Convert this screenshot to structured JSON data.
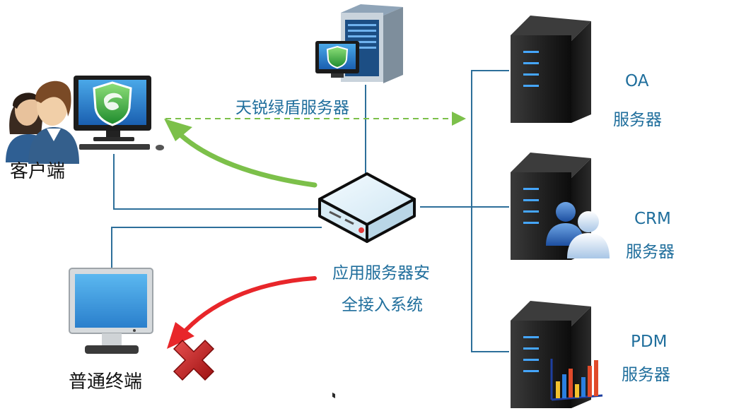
{
  "labels": {
    "client": "客户端",
    "tianrui_server": "天锐绿盾服务器",
    "gateway_line1": "应用服务器安",
    "gateway_line2": "全接入系统",
    "normal_terminal": "普通终端",
    "oa_line1": "OA",
    "oa_line2": "服务器",
    "crm_line1": "CRM",
    "crm_line2": "服务器",
    "pdm_line1": "PDM",
    "pdm_line2": "服务器"
  },
  "colors": {
    "connector": "#2d6f9a",
    "allowed_arrow": "#7cc04a",
    "denied_arrow": "#e8262a",
    "label_blue": "#1f6e9c",
    "label_black": "#111111"
  },
  "icons": {
    "client": "users-with-shield-pc-icon",
    "tianrui": "server-with-shield-monitor-icon",
    "gateway": "security-gateway-box-icon",
    "terminal": "plain-monitor-icon",
    "denied": "red-x-icon",
    "oa": "server-tower-icon",
    "crm": "server-tower-with-users-icon",
    "pdm": "server-tower-with-chart-icon"
  }
}
